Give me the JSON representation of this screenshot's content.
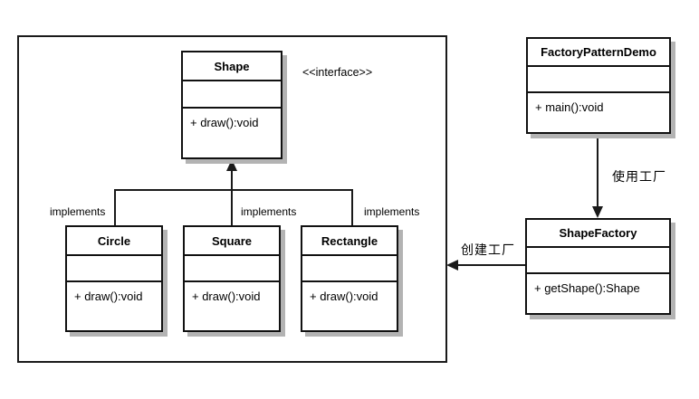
{
  "diagram": {
    "type": "uml-class-diagram",
    "stereotype_label": "<<interface>>",
    "classes": {
      "shape": {
        "name": "Shape",
        "method": "+ draw():void"
      },
      "circle": {
        "name": "Circle",
        "method": "+ draw():void"
      },
      "square": {
        "name": "Square",
        "method": "+ draw():void"
      },
      "rectangle": {
        "name": "Rectangle",
        "method": "+ draw():void"
      },
      "factoryPatternDemo": {
        "name": "FactoryPatternDemo",
        "method": "+ main():void"
      },
      "shapeFactory": {
        "name": "ShapeFactory",
        "method": "+ getShape():Shape"
      }
    },
    "edge_labels": {
      "implements_circle": "implements",
      "implements_square": "implements",
      "implements_rectangle": "implements",
      "use_factory": "使用工厂",
      "create_factory": "创建工厂"
    },
    "colors": {
      "line": "#1a1a1a",
      "shadow": "#b3b3b3",
      "background": "#ffffff",
      "text": "#000000"
    }
  }
}
